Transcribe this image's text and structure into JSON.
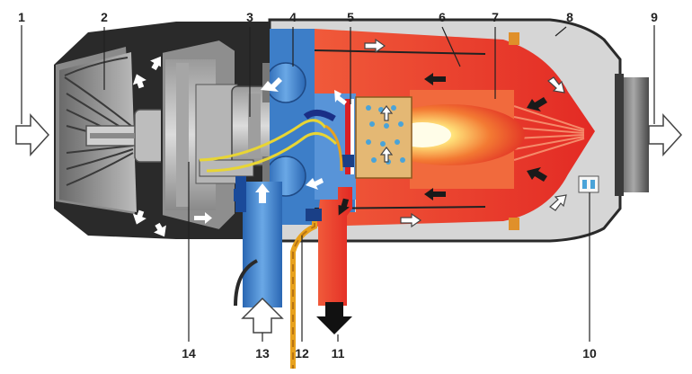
{
  "labels": {
    "l1": "1",
    "l2": "2",
    "l3": "3",
    "l4": "4",
    "l5": "5",
    "l6": "6",
    "l7": "7",
    "l8": "8",
    "l9": "9",
    "l10": "10",
    "l11": "11",
    "l12": "12",
    "l13": "13",
    "l14": "14"
  },
  "colors": {
    "housing": "#d4d4d4",
    "housing_outline": "#2a2a2a",
    "dark_casing": "#262626",
    "combustion_air": "#3d7ec8",
    "flame_red": "#e8352a",
    "flame_core": "#fff3a0",
    "fuel_line": "#e8a21e",
    "exhaust": "#e8352a"
  }
}
